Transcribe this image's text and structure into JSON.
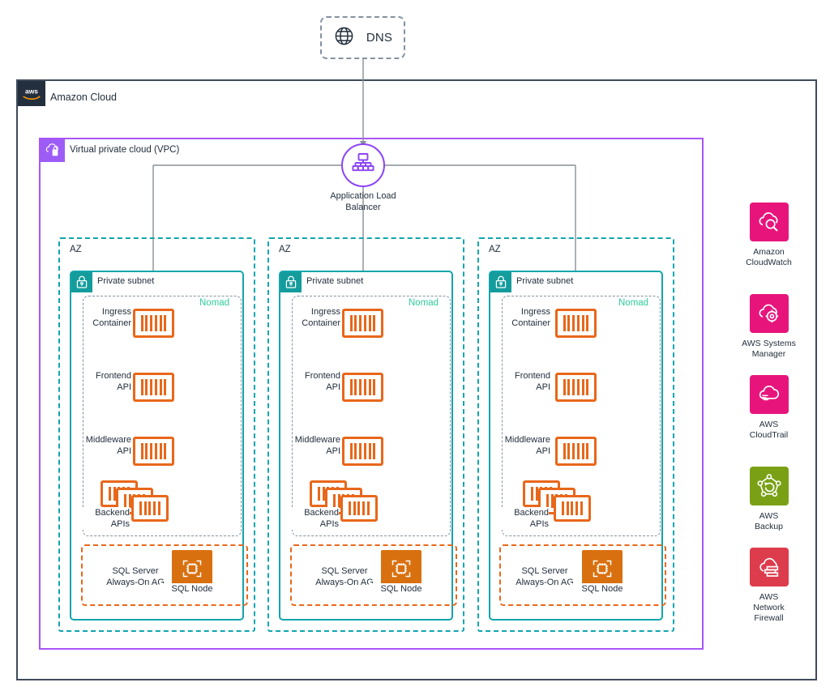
{
  "dns": {
    "label": "DNS",
    "icon": "globe-icon"
  },
  "cloud": {
    "title": "Amazon Cloud",
    "logo": "aws-logo",
    "border_color": "#3f4b5b"
  },
  "vpc": {
    "title": "Virtual private cloud (VPC)",
    "icon": "vpc-icon",
    "color": "#a855f7"
  },
  "alb": {
    "label_line1": "Application Load",
    "label_line2": "Balancer",
    "icon": "load-balancer-icon",
    "color": "#8b44f7"
  },
  "az_label": "AZ",
  "subnet": {
    "title": "Private subnet",
    "icon": "lock-icon",
    "color": "#13a5ad"
  },
  "nomad": {
    "label": "Nomad",
    "color": "#2ecc9b"
  },
  "sql_band": {
    "line1": "SQL Server",
    "line2": "Always-On AG",
    "color": "#e8671a"
  },
  "sql_node": {
    "label": "SQL Node",
    "icon": "ec2-instance-icon",
    "color": "#d9700f"
  },
  "nodes": [
    {
      "line1": "Ingress",
      "line2": "Container",
      "icon": "container-icon"
    },
    {
      "line1": "Frontend",
      "line2": "API",
      "icon": "container-icon"
    },
    {
      "line1": "Middleware",
      "line2": "API",
      "icon": "container-icon"
    },
    {
      "line1": "Backend",
      "line2": "APIs",
      "icon": "container-stack-icon"
    }
  ],
  "azs": [
    {
      "name": "AZ"
    },
    {
      "name": "AZ"
    },
    {
      "name": "AZ"
    }
  ],
  "services": [
    {
      "line1": "Amazon",
      "line2": "CloudWatch",
      "line3": "",
      "color": "#e7157b",
      "icon": "cloudwatch-icon"
    },
    {
      "line1": "AWS Systems",
      "line2": "Manager",
      "line3": "",
      "color": "#e7157b",
      "icon": "systems-manager-icon"
    },
    {
      "line1": "AWS",
      "line2": "CloudTrail",
      "line3": "",
      "color": "#e7157b",
      "icon": "cloudtrail-icon"
    },
    {
      "line1": "AWS",
      "line2": "Backup",
      "line3": "",
      "color": "#7aa116",
      "icon": "backup-icon"
    },
    {
      "line1": "AWS",
      "line2": "Network",
      "line3": "Firewall",
      "color": "#dd3c4c",
      "icon": "network-firewall-icon"
    }
  ]
}
